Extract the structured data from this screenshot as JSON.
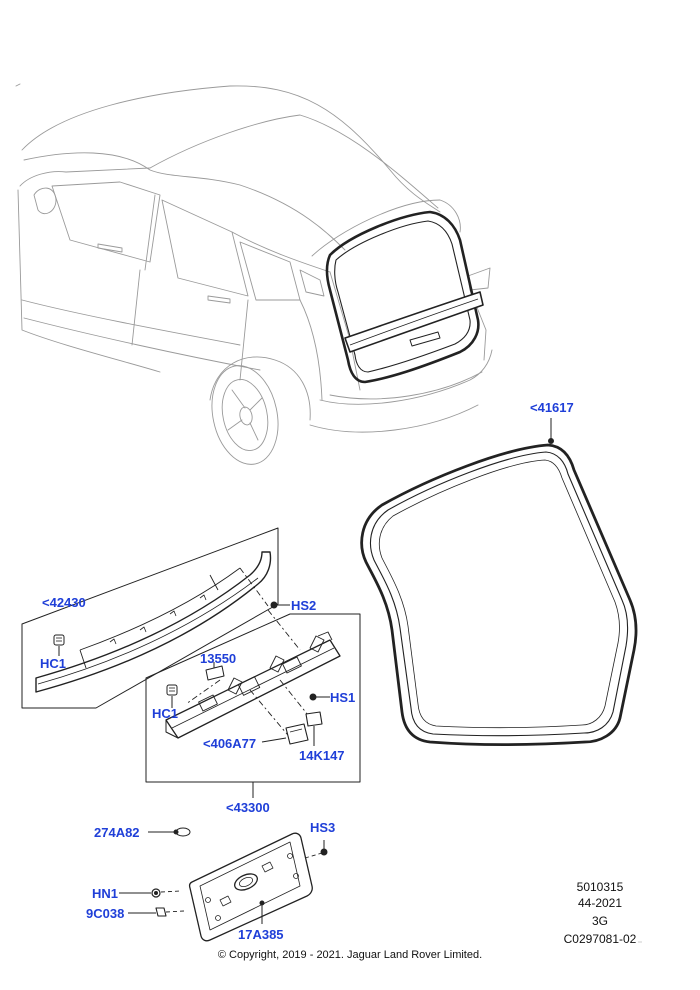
{
  "colors": {
    "callout_text": "#1f3fd8",
    "line": "#222222",
    "fine_line": "#9a9a9a",
    "background": "#ffffff"
  },
  "callouts": {
    "p41617": "<41617",
    "p42430": "<42430",
    "hs2": "HS2",
    "hc1_upper": "HC1",
    "p13550": "13550",
    "hc1_lower": "HC1",
    "hs1": "HS1",
    "p406a77": "<406A77",
    "p14k147": "14K147",
    "p43300": "<43300",
    "p274a82": "274A82",
    "hs3": "HS3",
    "hn1": "HN1",
    "p9c038": "9C038",
    "p17a385": "17A385"
  },
  "info_block": {
    "code": "5010315",
    "date": "44-2021",
    "variant": "3G",
    "ref": "C0297081-02"
  },
  "copyright": "© Copyright, 2019 - 2021. Jaguar Land Rover Limited."
}
